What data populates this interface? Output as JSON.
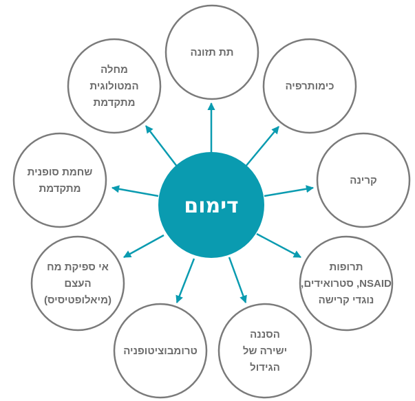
{
  "center": {
    "label": "דימום"
  },
  "colors": {
    "accent": "#0a9bb0",
    "node_stroke": "#7a7a7a",
    "text": "#6b6b6b"
  },
  "nodes": [
    {
      "id": "malnutrition",
      "lines": [
        "תת תזונה"
      ]
    },
    {
      "id": "chemotherapy",
      "lines": [
        "כימותרפיה"
      ]
    },
    {
      "id": "radiation",
      "lines": [
        "קרינה"
      ]
    },
    {
      "id": "drugs",
      "lines": [
        "תרופות",
        "NSAID, סטרואידים,",
        "נוגדי קרישה"
      ]
    },
    {
      "id": "tumor-infiltration",
      "lines": [
        "הסננה",
        "ישירה של",
        "הגידול"
      ]
    },
    {
      "id": "thrombocytopenia",
      "lines": [
        "טרומבוציטופניה"
      ]
    },
    {
      "id": "bone-marrow-failure",
      "lines": [
        "אי ספיקת מח",
        "העצם",
        "(מיאלופטיסיס)"
      ]
    },
    {
      "id": "cirrhosis",
      "lines": [
        "שחמת סופנית",
        "מתקדמת"
      ]
    },
    {
      "id": "hematologic-disease",
      "lines": [
        "מחלה",
        "המטולוגית",
        "מתקדמת"
      ]
    }
  ]
}
